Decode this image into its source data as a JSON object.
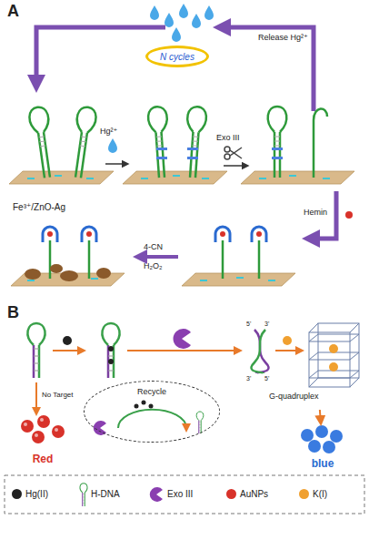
{
  "diagram": {
    "nodes": [
      {
        "text": [
          "N cycles"
        ]
      },
      {
        "text": [
          "Fe³⁺/ZnO-Ag"
        ]
      },
      {
        "text": [
          "G-quadruplex"
        ]
      },
      {
        "text": [
          "Recycle"
        ]
      },
      {
        "text": [
          "Red"
        ]
      },
      {
        "text": [
          "blue"
        ]
      }
    ],
    "edges": [
      {
        "from": 2,
        "to": 5,
        "arrow": "to"
      }
    ],
    "labels": [
      "A",
      "Release Hg²⁺",
      "Hg²⁺",
      "Exo III",
      "Hemin",
      "4-CN",
      "H₂O₂",
      "B",
      "No Target",
      "5'",
      "3'",
      "3'",
      "5'"
    ],
    "legend": [
      {
        "text": "Hg(II)",
        "color": "#222222"
      },
      {
        "text": "H-DNA"
      },
      {
        "text": "Exo III"
      },
      {
        "text": "AuNPs",
        "color": "#d8322a"
      },
      {
        "text": "K(I)",
        "color": "#f0a030"
      }
    ]
  }
}
